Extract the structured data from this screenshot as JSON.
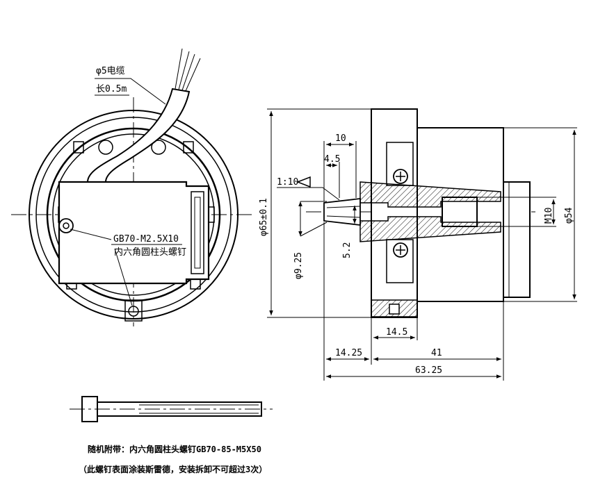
{
  "front_view": {
    "cable_label": "φ5电缆",
    "cable_length": "长0.5m",
    "screw_spec": "GB70-M2.5X10",
    "screw_name": "内六角圆柱头螺钉"
  },
  "side_view": {
    "dim_10": "10",
    "dim_4_5": "4.5",
    "taper": "1:10",
    "dim_5_2": "5.2",
    "dim_phi9_25": "φ9.25",
    "dim_phi65": "φ65±0.1",
    "dim_M10": "M10",
    "dim_phi54": "φ54",
    "dim_14_5": "14.5",
    "dim_14_25": "14.25",
    "dim_41": "41",
    "dim_63_25": "63.25"
  },
  "accessory": {
    "line1": "随机附带：内六角圆柱头螺钉GB70-85-M5X50",
    "line2": "（此螺钉表面涂装斯雷德，安装拆卸不可超过3次）"
  }
}
